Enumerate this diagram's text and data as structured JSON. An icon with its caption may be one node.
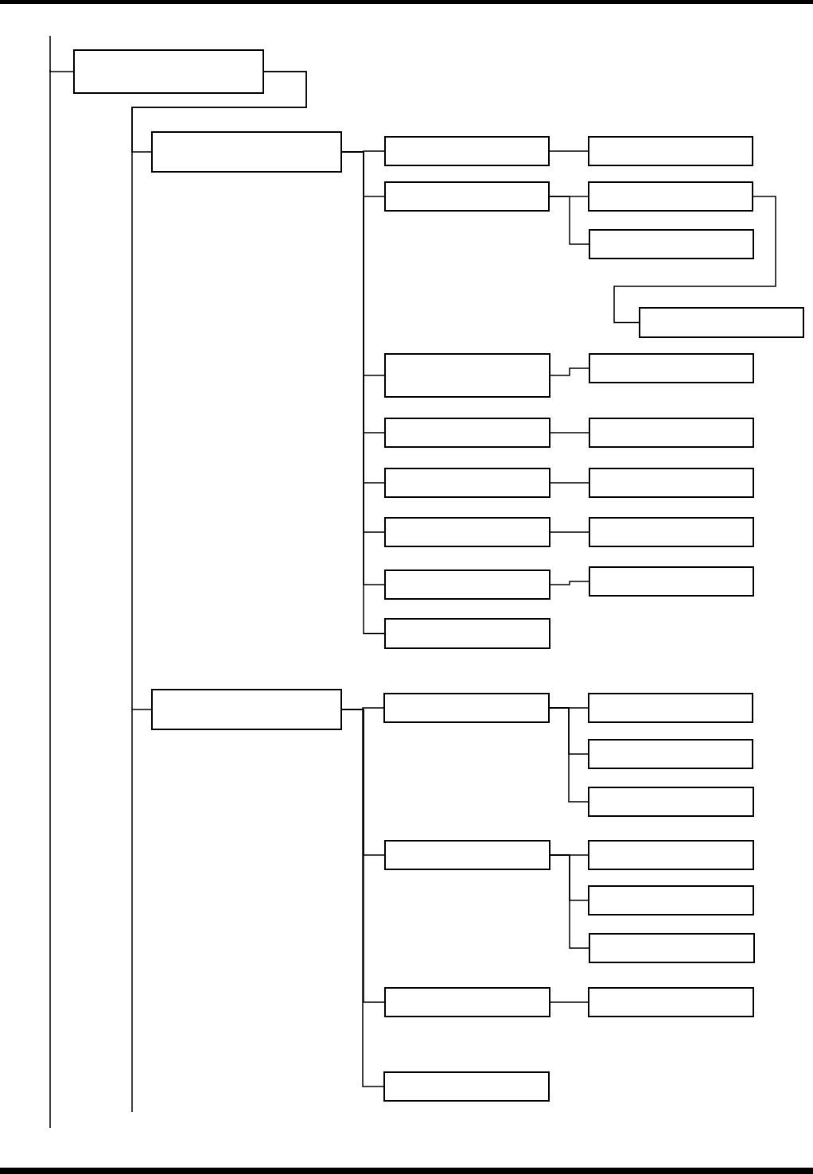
{
  "diagram": {
    "nodes": [
      {
        "text": [],
        "shape": "box"
      },
      {
        "text": [],
        "shape": "box"
      },
      {
        "text": [],
        "shape": "box"
      },
      {
        "text": [],
        "shape": "box"
      },
      {
        "text": [],
        "shape": "box"
      },
      {
        "text": [],
        "shape": "box"
      },
      {
        "text": [],
        "shape": "box"
      },
      {
        "text": [],
        "shape": "box"
      },
      {
        "text": [],
        "shape": "box"
      },
      {
        "text": [],
        "shape": "box"
      },
      {
        "text": [],
        "shape": "box"
      },
      {
        "text": [],
        "shape": "box"
      },
      {
        "text": [],
        "shape": "box"
      },
      {
        "text": [],
        "shape": "box"
      },
      {
        "text": [],
        "shape": "box"
      },
      {
        "text": [],
        "shape": "box"
      },
      {
        "text": [],
        "shape": "box"
      },
      {
        "text": [],
        "shape": "box"
      },
      {
        "text": [],
        "shape": "box"
      },
      {
        "text": [],
        "shape": "box"
      },
      {
        "text": [],
        "shape": "box"
      },
      {
        "text": [],
        "shape": "box"
      },
      {
        "text": [],
        "shape": "box"
      },
      {
        "text": [],
        "shape": "box"
      },
      {
        "text": [],
        "shape": "box"
      },
      {
        "text": [],
        "shape": "box"
      },
      {
        "text": [],
        "shape": "box"
      },
      {
        "text": [],
        "shape": "box"
      },
      {
        "text": [],
        "shape": "box"
      },
      {
        "text": [],
        "shape": "box"
      },
      {
        "text": [],
        "shape": "box"
      }
    ],
    "edges": [
      {
        "from": null,
        "to": 0,
        "arrow": "none"
      },
      {
        "from": 0,
        "to": 1,
        "arrow": "none"
      },
      {
        "from": 0,
        "to": 19,
        "arrow": "none"
      },
      {
        "from": 1,
        "to": 2,
        "arrow": "none"
      },
      {
        "from": 1,
        "to": 4,
        "arrow": "none"
      },
      {
        "from": 1,
        "to": 8,
        "arrow": "none"
      },
      {
        "from": 1,
        "to": 10,
        "arrow": "none"
      },
      {
        "from": 1,
        "to": 12,
        "arrow": "none"
      },
      {
        "from": 1,
        "to": 14,
        "arrow": "none"
      },
      {
        "from": 1,
        "to": 16,
        "arrow": "none"
      },
      {
        "from": 1,
        "to": 18,
        "arrow": "none"
      },
      {
        "from": 2,
        "to": 3,
        "arrow": "none"
      },
      {
        "from": 4,
        "to": 5,
        "arrow": "none"
      },
      {
        "from": 4,
        "to": 6,
        "arrow": "none"
      },
      {
        "from": 5,
        "to": 7,
        "arrow": "none"
      },
      {
        "from": 8,
        "to": 9,
        "arrow": "none"
      },
      {
        "from": 10,
        "to": 11,
        "arrow": "none"
      },
      {
        "from": 12,
        "to": 13,
        "arrow": "none"
      },
      {
        "from": 14,
        "to": 15,
        "arrow": "none"
      },
      {
        "from": 16,
        "to": 17,
        "arrow": "none"
      },
      {
        "from": 19,
        "to": 20,
        "arrow": "none"
      },
      {
        "from": 19,
        "to": 24,
        "arrow": "none"
      },
      {
        "from": 19,
        "to": 28,
        "arrow": "none"
      },
      {
        "from": 19,
        "to": 30,
        "arrow": "none"
      },
      {
        "from": 20,
        "to": 21,
        "arrow": "none"
      },
      {
        "from": 20,
        "to": 22,
        "arrow": "none"
      },
      {
        "from": 20,
        "to": 23,
        "arrow": "none"
      },
      {
        "from": 24,
        "to": 25,
        "arrow": "none"
      },
      {
        "from": 24,
        "to": 26,
        "arrow": "none"
      },
      {
        "from": 24,
        "to": 27,
        "arrow": "none"
      },
      {
        "from": 28,
        "to": 29,
        "arrow": "none"
      }
    ]
  }
}
